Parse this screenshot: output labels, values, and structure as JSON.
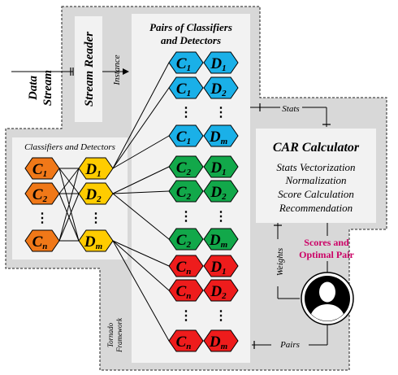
{
  "data_stream": {
    "line1": "Data",
    "line2": "Stream"
  },
  "stream_reader": "Stream Reader",
  "instance_label": "Instance",
  "tornado": {
    "line1": "Tornado",
    "line2": "Framework"
  },
  "pairs_panel": {
    "title_line1": "Pairs of Classifiers",
    "title_line2": "and Detectors"
  },
  "cd_panel": {
    "title": "Classifiers and Detectors"
  },
  "stats_label": "Stats",
  "car": {
    "title": "CAR Calculator",
    "items": [
      "Stats Vectorization",
      "Normalization",
      "Score Calculation",
      "Recommendation"
    ]
  },
  "weights_label": "Weights",
  "scores": {
    "line1": "Scores and",
    "line2": "Optimal Pair"
  },
  "pairs_label": "Pairs",
  "glyphs": {
    "C": "C",
    "D": "D",
    "sub1": "1",
    "sub2": "2",
    "subn": "n",
    "subm": "m",
    "ellipsis": "⋮"
  },
  "colors": {
    "blue": "#1ab0e8",
    "green": "#12a84a",
    "red": "#ee1c1c",
    "orange": "#f07818",
    "yellow": "#ffcc00",
    "accent": "#cc0066",
    "frame": "#d8d8d8",
    "panel": "#f2f2f2"
  },
  "icons": {
    "user": "user-silhouette-icon"
  }
}
